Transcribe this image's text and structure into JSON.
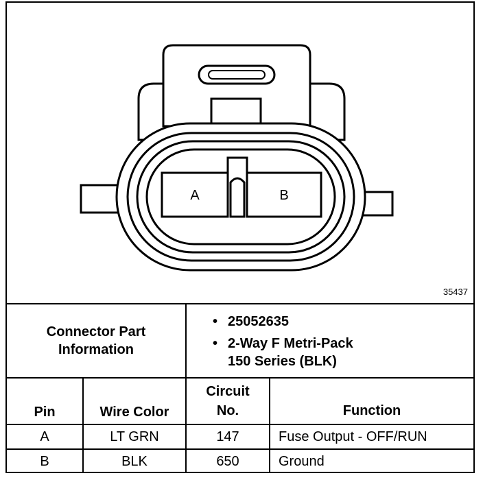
{
  "figure_number": "35437",
  "diagram": {
    "pin_labels": [
      "A",
      "B"
    ]
  },
  "connector_info": {
    "label_line1": "Connector Part",
    "label_line2": "Information",
    "part_number": "25052635",
    "description_line1": "2-Way F Metri-Pack",
    "description_line2": "150 Series (BLK)",
    "bullet": "•"
  },
  "table": {
    "headers": {
      "pin": "Pin",
      "wire_color": "Wire Color",
      "circuit_line1": "Circuit",
      "circuit_line2": "No.",
      "function": "Function"
    },
    "rows": [
      {
        "pin": "A",
        "wire_color": "LT GRN",
        "circuit": "147",
        "function": "Fuse Output - OFF/RUN"
      },
      {
        "pin": "B",
        "wire_color": "BLK",
        "circuit": "650",
        "function": "Ground"
      }
    ]
  }
}
